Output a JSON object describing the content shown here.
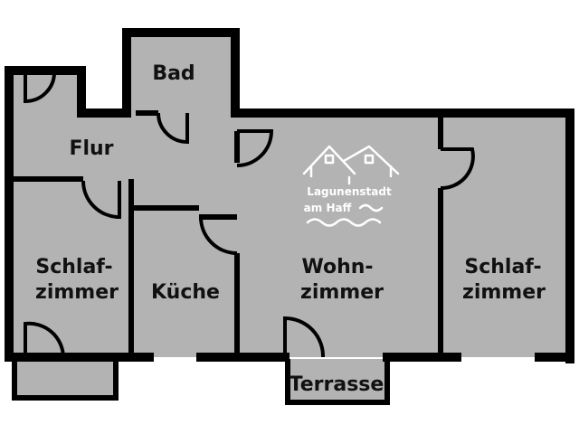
{
  "rooms": {
    "bad": "Bad",
    "flur": "Flur",
    "schlafzimmer_left": [
      "Schlaf-",
      "zimmer"
    ],
    "kueche": "Küche",
    "wohnzimmer": [
      "Wohn-",
      "zimmer"
    ],
    "schlafzimmer_right": [
      "Schlaf-",
      "zimmer"
    ],
    "terrasse": "Terrasse"
  },
  "logo": {
    "line1": "Lagunenstadt",
    "line2": "am Haff",
    "icon": "twin-houses-waves-logo"
  },
  "colors": {
    "room_fill": "#b3b3b3",
    "wall": "#000000",
    "logo": "#ffffff"
  }
}
